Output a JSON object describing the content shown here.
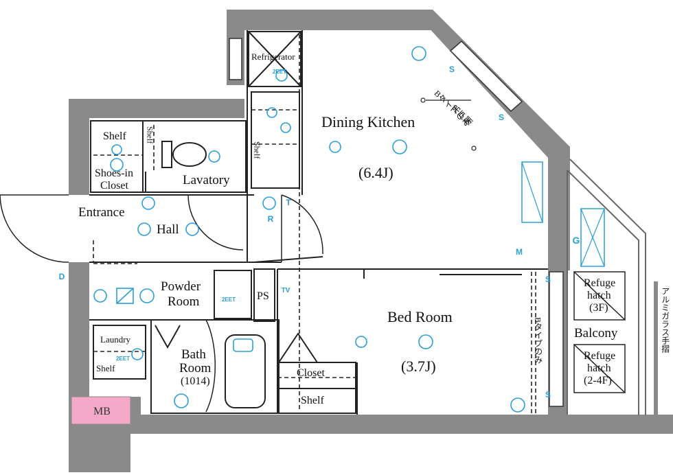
{
  "rooms": {
    "dining_kitchen": "Dining Kitchen",
    "dining_kitchen_size": "(6.4J)",
    "bed_room": "Bed Room",
    "bed_room_size": "(3.7J)",
    "lavatory": "Lavatory",
    "entrance": "Entrance",
    "hall": "Hall",
    "powder_room_1": "Powder",
    "powder_room_2": "Room",
    "bath_room_1": "Bath",
    "bath_room_2": "Room",
    "bath_room_size": "(1014)",
    "balcony": "Balcony",
    "closet": "Closet",
    "closet_shelf": "Shelf",
    "laundry": "Laundry",
    "laundry_shelf": "Shelf",
    "refrigerator": "Refrigerator",
    "shelf_top": "Shelf",
    "shoes_in_closet_1": "Shoes-in",
    "shoes_in_closet_2": "Closet",
    "shelf_lavatory": "Shelf",
    "shelf_kitchen": "Shelf",
    "ps": "PS",
    "mb": "MB",
    "refuge_hatch_3f_1": "Refuge",
    "refuge_hatch_3f_2": "hatch",
    "refuge_hatch_3f_3": "(3F)",
    "refuge_hatch_24f_1": "Refuge",
    "refuge_hatch_24f_2": "hatch",
    "refuge_hatch_24f_3": "(2-4F)",
    "b_type_window": "Bタイプのみ",
    "b_type_window_top": "Bタイプのみ",
    "aluminum_rail": "アルミガラス手摺",
    "mirror_note": "吊戸棚"
  },
  "symbols": {
    "d": "D",
    "m": "M",
    "g": "G",
    "r": "R",
    "t": "T",
    "s": "S",
    "tv": "TV",
    "eet": "2EET"
  },
  "colors": {
    "wall": "#8a8a8a",
    "wall_dark": "#6f6f6f",
    "line": "#222222",
    "symbol": "#2a9fd6",
    "mb_fill": "#f4a9c8",
    "window": "#9ccbe6"
  }
}
